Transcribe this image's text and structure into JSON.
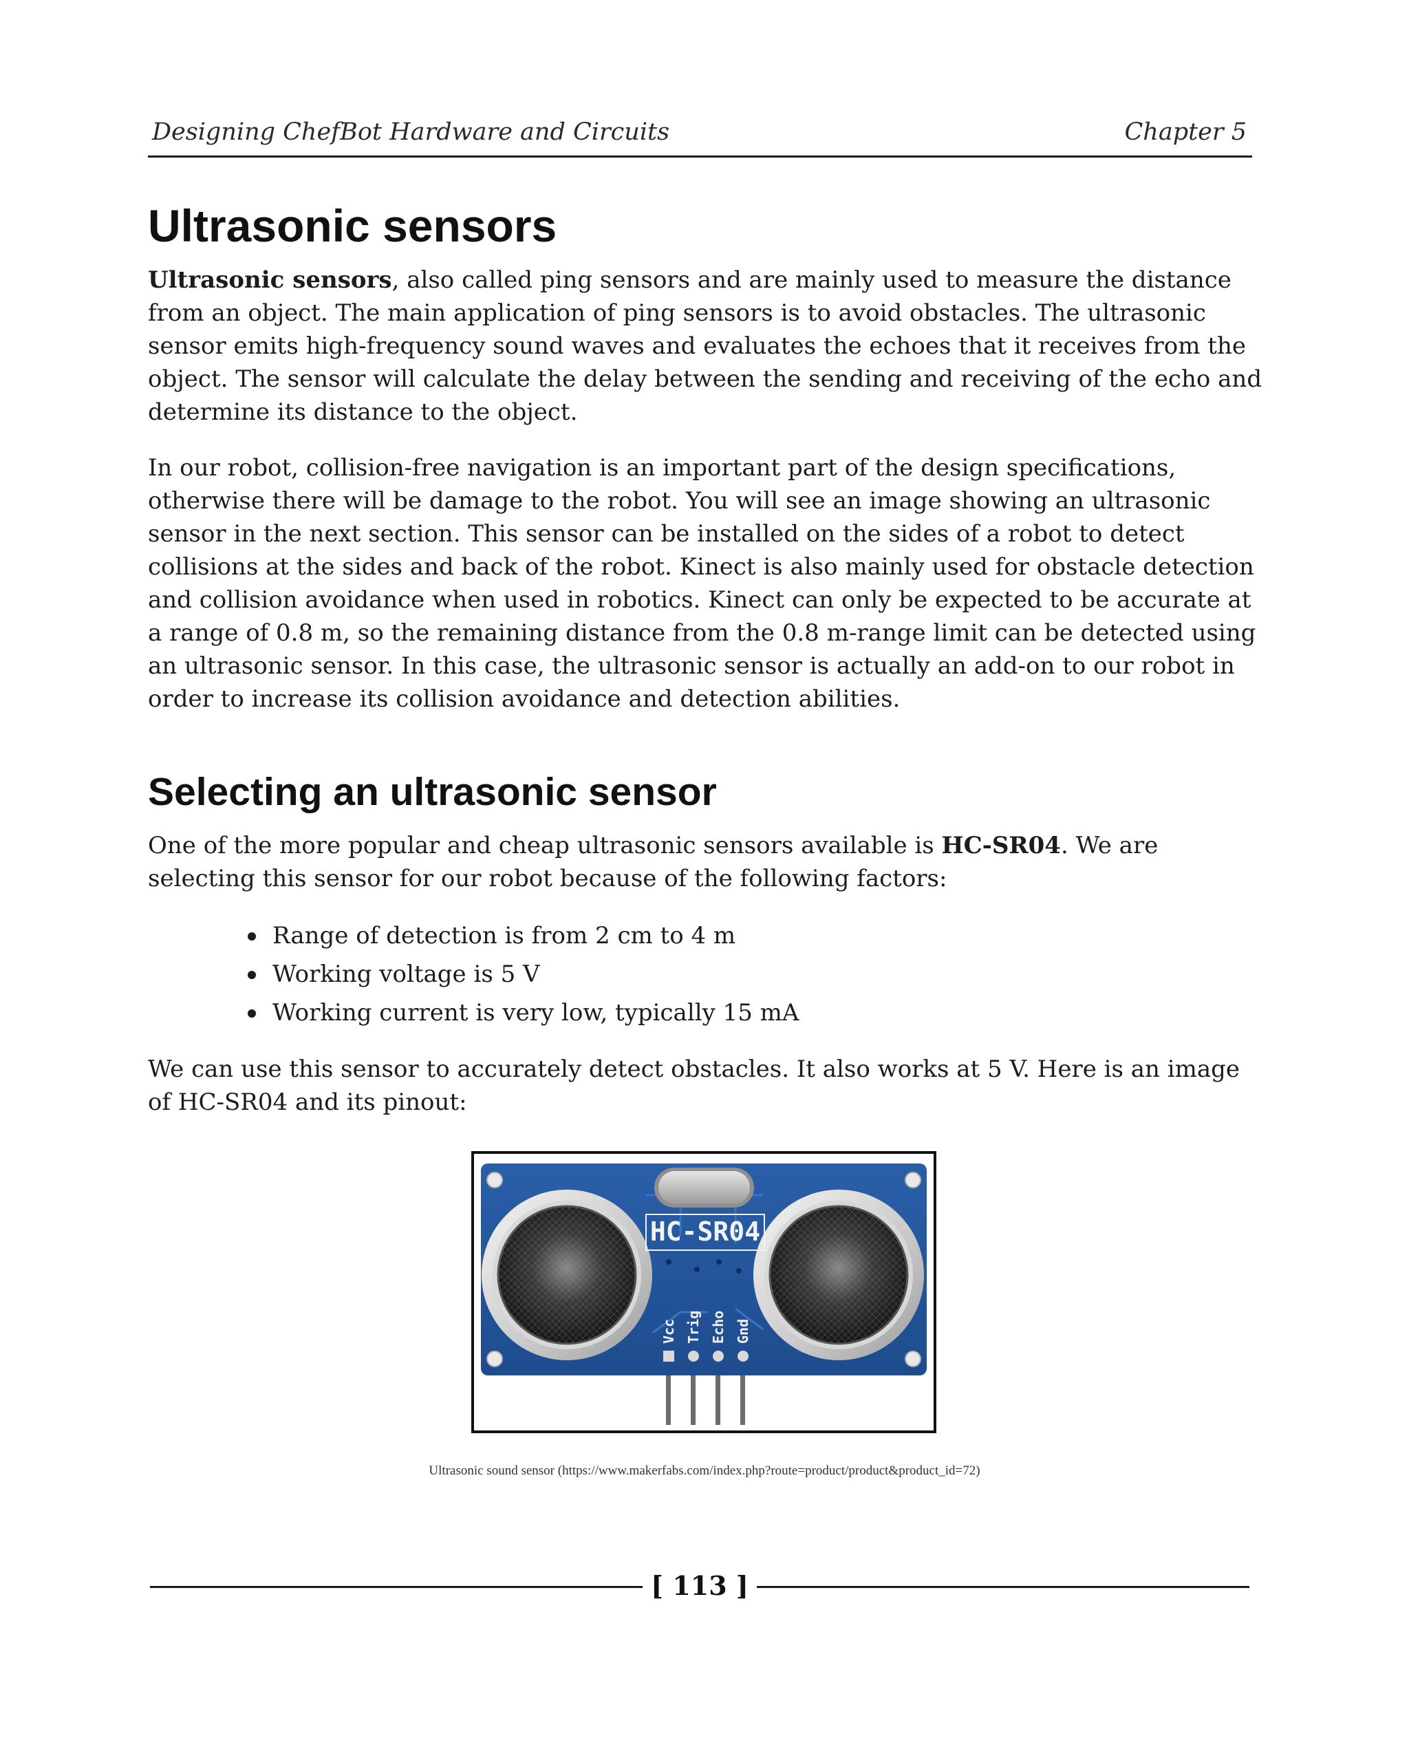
{
  "header": {
    "left": "Designing ChefBot Hardware and Circuits",
    "right": "Chapter 5"
  },
  "section1": {
    "title": "Ultrasonic sensors",
    "p1_bold": "Ultrasonic sensors",
    "p1_rest": ", also called ping sensors and are mainly used to measure the distance from an object. The main application of ping sensors is to avoid obstacles. The ultrasonic sensor emits high-frequency sound waves and evaluates the echoes that it receives from the object. The sensor will calculate the delay between the sending and receiving of the echo and determine its distance to the object.",
    "p2": "In our robot, collision-free navigation is an important part of the design specifications, otherwise there will be damage to the robot. You will see an image showing an ultrasonic sensor in the next section. This sensor can be installed on the sides of a robot to detect collisions at the sides and back of the robot. Kinect is also mainly used for obstacle detection and collision avoidance when used in robotics. Kinect can only be expected to be accurate at a range of 0.8 m, so the remaining distance from the 0.8 m-range limit can be detected using an ultrasonic sensor. In this case, the ultrasonic sensor is actually an add-on to our robot in order to increase its collision avoidance and detection abilities."
  },
  "section2": {
    "title": "Selecting an ultrasonic sensor",
    "p3_start": "One of the more popular and cheap ultrasonic sensors available is ",
    "p3_bold": "HC-SR04",
    "p3_end": ". We are selecting this sensor for our robot because of the following factors:",
    "bullets": [
      "Range of detection is from 2 cm to 4 m",
      "Working voltage is 5 V",
      "Working current is very low, typically 15 mA"
    ],
    "p4": "We can use this sensor to accurately detect obstacles. It also works at 5 V. Here is an image of HC-SR04 and its pinout:"
  },
  "figure": {
    "board_label": "HC-SR04",
    "pins": [
      "Vcc",
      "Trig",
      "Echo",
      "Gnd"
    ],
    "caption": "Ultrasonic sound sensor (https://www.makerfabs.com/index.php?route=product/product&product_id=72)"
  },
  "footer": {
    "page_number": "[ 113 ]"
  }
}
